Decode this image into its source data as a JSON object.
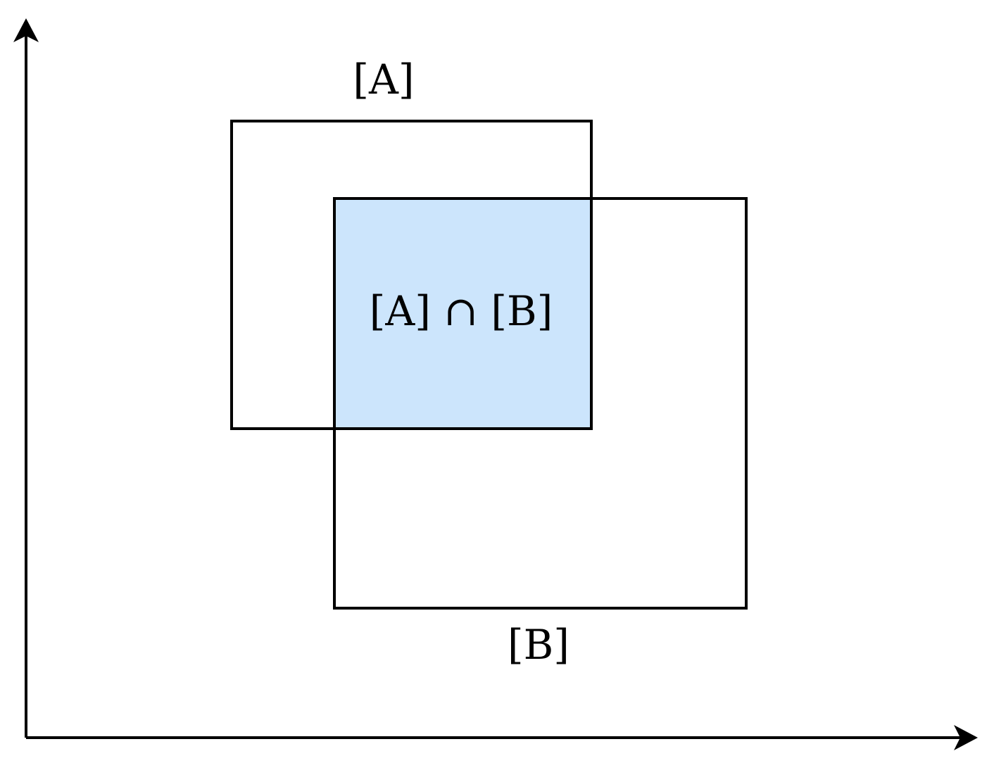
{
  "colors": {
    "stroke": "#000000",
    "intersection_fill": "#cce5fc",
    "background": "#ffffff"
  },
  "labels": {
    "set_a": "[A]",
    "set_b": "[B]",
    "intersection": "[A] ∩ [B]"
  }
}
